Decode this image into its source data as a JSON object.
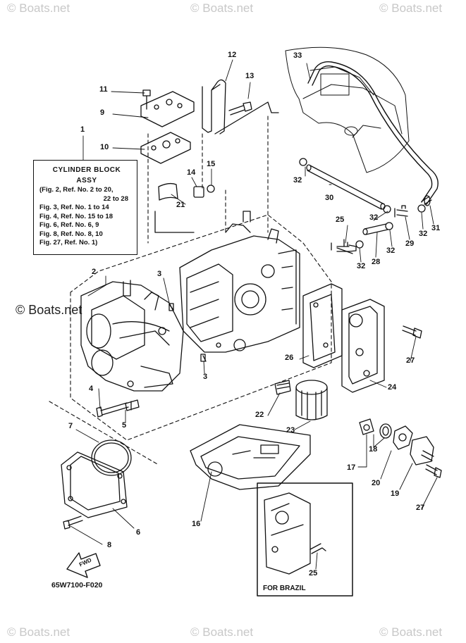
{
  "watermarks": {
    "top_left": "© Boats.net",
    "top_center": "© Boats.net",
    "top_right": "© Boats.net",
    "middle_left": "© Boats.net",
    "bottom_left": "© Boats.net",
    "bottom_center": "© Boats.net",
    "bottom_right": "© Boats.net"
  },
  "info_box": {
    "title_line1": "CYLINDER BLOCK",
    "title_line2": "ASSY",
    "lines": [
      "(Fig. 2, Ref. No. 2 to 20,",
      "22 to 28",
      "Fig. 3, Ref. No. 1 to 14",
      "Fig. 4, Ref. No. 15 to 18",
      "Fig. 6, Ref. No. 6, 9",
      "Fig. 8, Ref. No. 8, 10",
      "Fig. 27, Ref. No. 1)"
    ]
  },
  "inset": {
    "label": "FOR BRAZIL",
    "callout": "25"
  },
  "figure_code": "65W7100-F020",
  "fwd_label": "FWD",
  "callouts": {
    "n1": "1",
    "n2": "2",
    "n3a": "3",
    "n3b": "3",
    "n4": "4",
    "n5": "5",
    "n6": "6",
    "n7": "7",
    "n8": "8",
    "n9": "9",
    "n10": "10",
    "n11": "11",
    "n12": "12",
    "n13": "13",
    "n14": "14",
    "n15": "15",
    "n16": "16",
    "n17": "17",
    "n18": "18",
    "n19": "19",
    "n20": "20",
    "n21": "21",
    "n22": "22",
    "n23": "23",
    "n24": "24",
    "n25": "25",
    "n26": "26",
    "n27a": "27",
    "n27b": "27",
    "n28": "28",
    "n29": "29",
    "n30": "30",
    "n31": "31",
    "n32a": "32",
    "n32b": "32",
    "n32c": "32",
    "n32d": "32",
    "n32e": "32",
    "n33": "33"
  }
}
